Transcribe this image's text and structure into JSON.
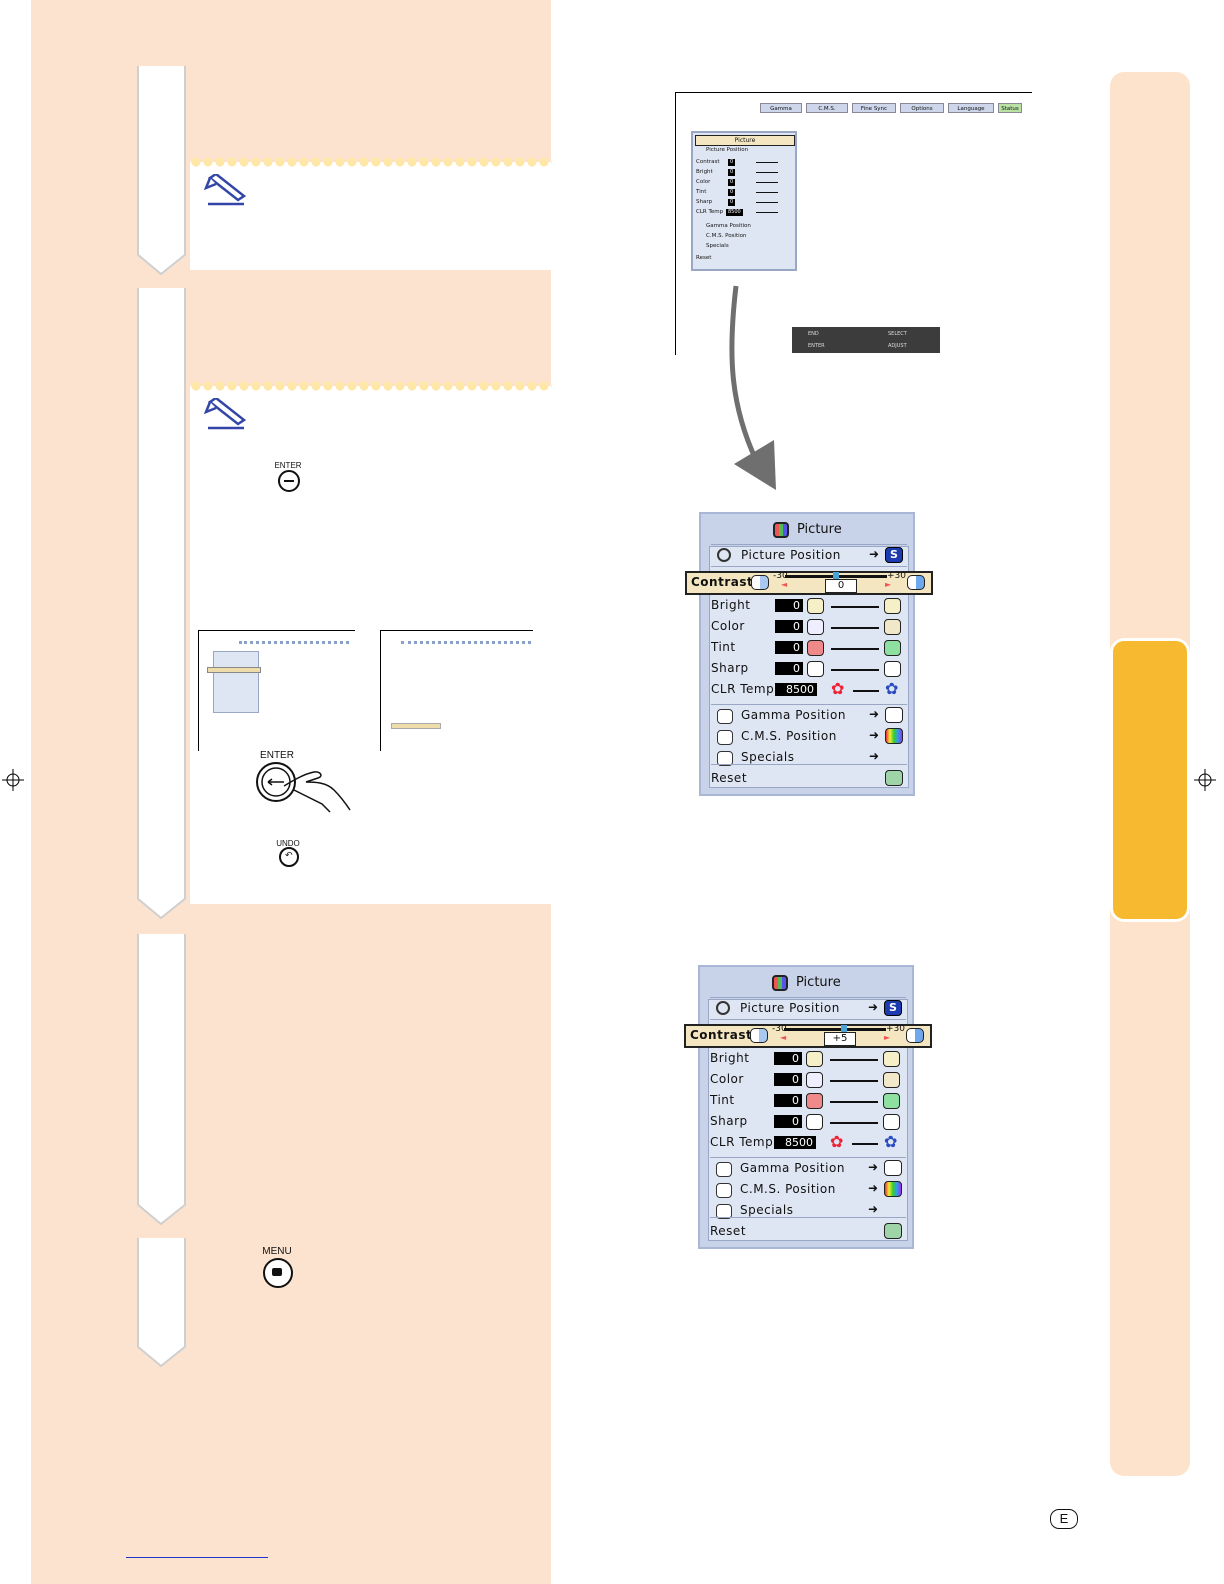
{
  "left_panel": {
    "enter_label_small": "ENTER",
    "enter_label_large": "ENTER",
    "undo_label": "UNDO",
    "menu_label": "MENU"
  },
  "small_menu": {
    "tabs": [
      "Gamma",
      "C.M.S.",
      "Fine Sync",
      "Options",
      "Language",
      "Status"
    ],
    "title": "Picture",
    "rows": [
      {
        "label": "Picture Position"
      },
      {
        "label": "Contrast",
        "value": "0"
      },
      {
        "label": "Bright",
        "value": "0"
      },
      {
        "label": "Color",
        "value": "0"
      },
      {
        "label": "Tint",
        "value": "0"
      },
      {
        "label": "Sharp",
        "value": "0"
      },
      {
        "label": "CLR Temp",
        "value": "8500"
      },
      {
        "label": "Gamma Position"
      },
      {
        "label": "C.M.S. Position"
      },
      {
        "label": "Specials"
      },
      {
        "label": "Reset"
      }
    ],
    "footer": {
      "end": "END",
      "select": "SELECT",
      "enter": "ENTER",
      "adjust": "ADJUST"
    }
  },
  "menu_before": {
    "title": "Picture",
    "picture_position": "Picture Position",
    "contrast_label": "Contrast",
    "scale_min": "-30",
    "scale_max": "+30",
    "contrast_value": "0",
    "contrast_level": 0,
    "bright": {
      "label": "Bright",
      "value": "0"
    },
    "color": {
      "label": "Color",
      "value": "0"
    },
    "tint": {
      "label": "Tint",
      "value": "0"
    },
    "sharp": {
      "label": "Sharp",
      "value": "0"
    },
    "clr_temp": {
      "label": "CLR Temp",
      "value": "8500"
    },
    "gamma_position": "Gamma Position",
    "cms_position": "C.M.S. Position",
    "specials": "Specials",
    "reset": "Reset"
  },
  "menu_after": {
    "title": "Picture",
    "picture_position": "Picture Position",
    "contrast_label": "Contrast",
    "scale_min": "-30",
    "scale_max": "+30",
    "contrast_value": "+5",
    "contrast_level": 5,
    "bright": {
      "label": "Bright",
      "value": "0"
    },
    "color": {
      "label": "Color",
      "value": "0"
    },
    "tint": {
      "label": "Tint",
      "value": "0"
    },
    "sharp": {
      "label": "Sharp",
      "value": "0"
    },
    "clr_temp": {
      "label": "CLR Temp",
      "value": "8500"
    },
    "gamma_position": "Gamma Position",
    "cms_position": "C.M.S. Position",
    "specials": "Specials",
    "reset": "Reset"
  },
  "page_language_badge": "E",
  "colors": {
    "left_panel": "#fbe3cf",
    "tab_active": "#f6b92f",
    "tab_inactive": "#fde3cc",
    "highlight_row": "#f4e6c1"
  }
}
